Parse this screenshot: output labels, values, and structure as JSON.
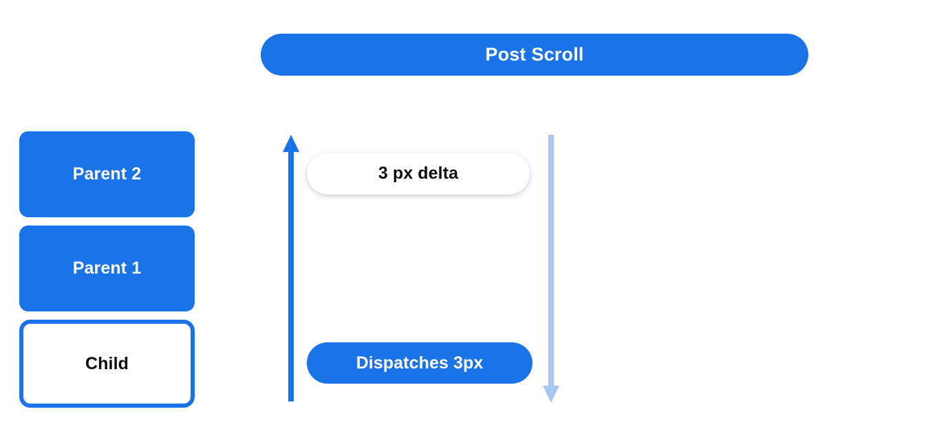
{
  "diagram": {
    "title": "Post Scroll",
    "colors": {
      "primary_blue": "#1b73e8",
      "light_blue": "#a8c7f0",
      "text_dark": "#0d0d0d",
      "text_light": "#ffffff",
      "background": "#ffffff"
    },
    "boxes": [
      {
        "label": "Parent 2",
        "style": "filled"
      },
      {
        "label": "Parent 1",
        "style": "filled"
      },
      {
        "label": "Child",
        "style": "outlined"
      }
    ],
    "arrows": [
      {
        "name": "scroll-propagation-up-arrow",
        "direction": "up",
        "color": "#1b73e8"
      },
      {
        "name": "scroll-dispatch-down-arrow",
        "direction": "down",
        "color": "#a8c7f0"
      }
    ],
    "annotations": [
      {
        "label": "3 px delta",
        "style": "white-pill"
      },
      {
        "label": "Dispatches 3px",
        "style": "blue-pill"
      }
    ]
  }
}
